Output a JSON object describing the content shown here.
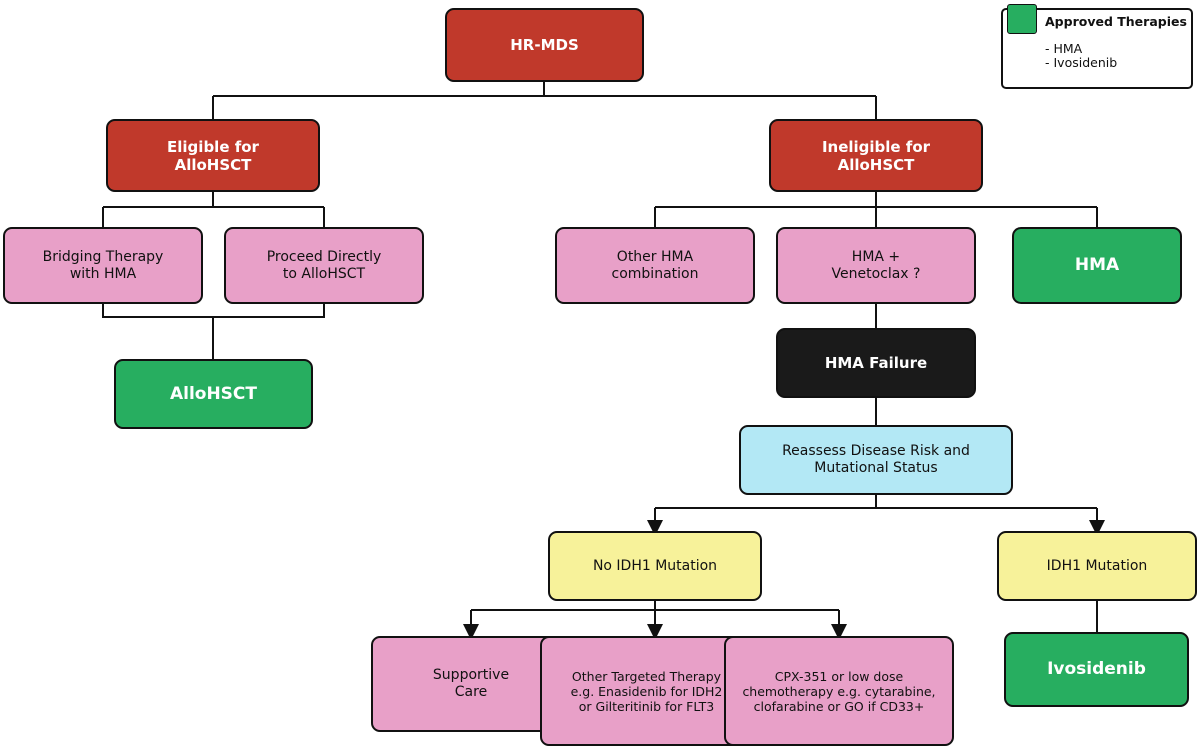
{
  "legend": {
    "title": "Approved Therapies",
    "swatch_color": "#27ae60",
    "items": [
      "- HMA",
      "- Ivosidenib"
    ]
  },
  "nodes": {
    "hr_mds": "HR-MDS",
    "eligible": "Eligible for\nAlloHSCT",
    "ineligible": "Ineligible for\nAlloHSCT",
    "bridging": "Bridging Therapy\nwith HMA",
    "proceed": "Proceed Directly\nto AlloHSCT",
    "allohsct": "AlloHSCT",
    "other_hma": "Other HMA\ncombination",
    "hma_ven": "HMA +\nVenetoclax ?",
    "hma": "HMA",
    "hma_failure": "HMA Failure",
    "reassess": "Reassess Disease Risk and\nMutational Status",
    "no_idh1": "No IDH1 Mutation",
    "idh1": "IDH1 Mutation",
    "supportive": "Supportive\nCare",
    "other_targeted": "Other Targeted Therapy\ne.g. Enasidenib for IDH2\nor Gilteritinib for FLT3",
    "cpx": "CPX-351 or low dose\nchemotherapy e.g. cytarabine,\nclofarabine or GO if CD33+",
    "ivosidenib": "Ivosidenib"
  },
  "colors": {
    "red": "#c0392b",
    "pink": "#e8a0c8",
    "green": "#27ae60",
    "black": "#1a1a1a",
    "light_blue": "#b3e8f5",
    "yellow": "#f7f29a"
  }
}
